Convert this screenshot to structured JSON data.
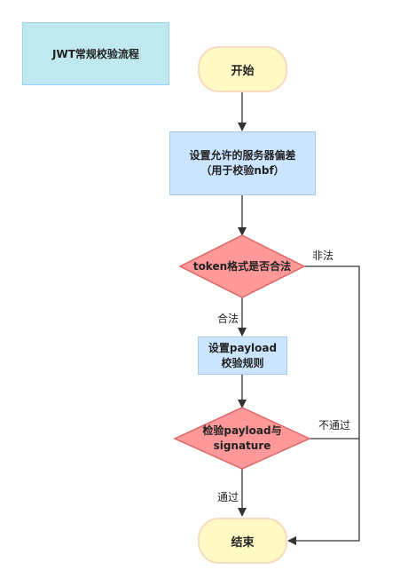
{
  "title": "JWT常规校验流程",
  "nodes": {
    "start": "开始",
    "set_skew": "设置允许的服务器偏差\n（用于校验nbf）",
    "token_format": "token格式是否合法",
    "set_payload_rules": "设置payload\n校验规则",
    "verify_payload": "检验payload与\nsignature",
    "end": "结束"
  },
  "edge_labels": {
    "illegal": "非法",
    "legal": "合法",
    "not_pass": "不通过",
    "pass": "通过"
  },
  "colors": {
    "title_fill": "#bfe9ee",
    "title_border": "#99ccff",
    "terminal_fill": "#fff9c4",
    "terminal_border": "#f6dcc0",
    "process_fill": "#cce5ff",
    "process_border": "#a9cbea",
    "decision_fill": "#ff9999",
    "decision_border": "#e06666",
    "edge": "#333333"
  }
}
